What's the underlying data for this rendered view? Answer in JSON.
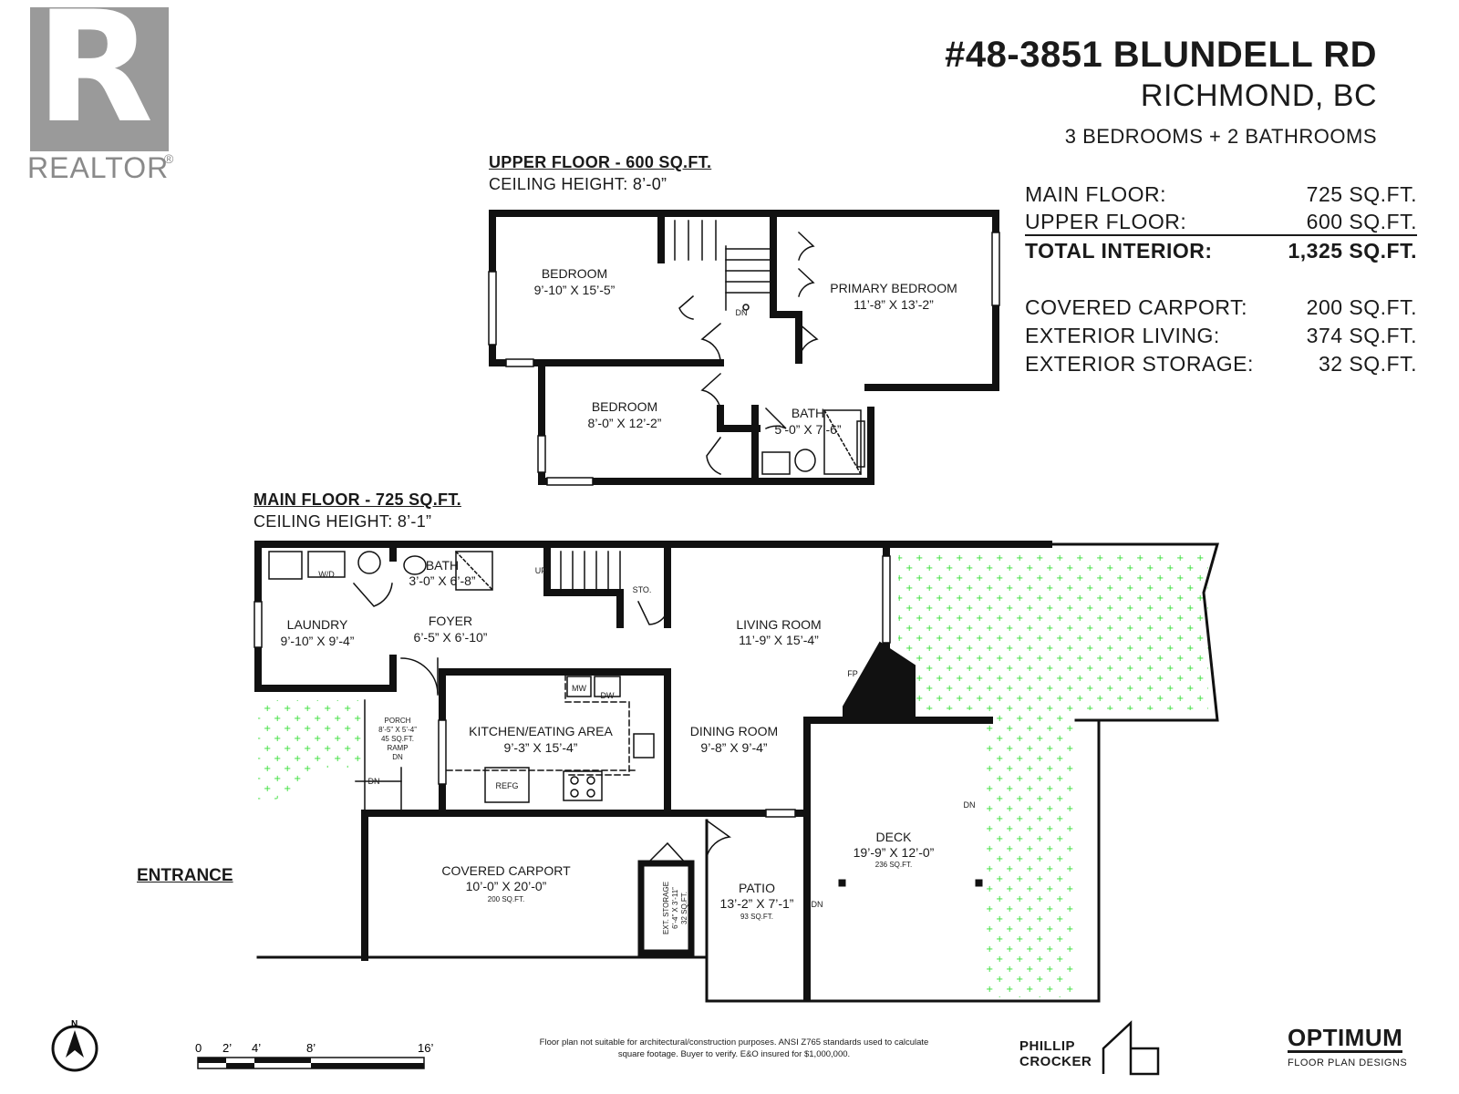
{
  "logo": {
    "letter": "R",
    "wordmark": "REALTOR",
    "reg": "®"
  },
  "header": {
    "address_line1": "#48-3851 BLUNDELL RD",
    "address_line2": "RICHMOND, BC",
    "summary": "3 BEDROOMS + 2 BATHROOMS"
  },
  "areas": [
    {
      "label": "MAIN FLOOR:",
      "value": "725 SQ.FT."
    },
    {
      "label": "UPPER FLOOR:",
      "value": "600 SQ.FT."
    },
    {
      "label": "TOTAL INTERIOR:",
      "value": "1,325 SQ.FT."
    },
    {
      "label": "COVERED CARPORT:",
      "value": "200 SQ.FT."
    },
    {
      "label": "EXTERIOR LIVING:",
      "value": "374 SQ.FT."
    },
    {
      "label": "EXTERIOR STORAGE:",
      "value": "32 SQ.FT."
    }
  ],
  "upper": {
    "title": "UPPER FLOOR - 600 SQ.FT.",
    "ceiling": "CEILING HEIGHT: 8’-0”",
    "rooms": [
      {
        "name": "BEDROOM",
        "dim": "9’-10” X 15’-5”"
      },
      {
        "name": "PRIMARY BEDROOM",
        "dim": "11’-8” X 13’-2”"
      },
      {
        "name": "BEDROOM",
        "dim": "8’-0” X 12’-2”"
      },
      {
        "name": "BATH",
        "dim": "5’-0” X 7’-6”"
      }
    ],
    "dn": "DN"
  },
  "main": {
    "title": "MAIN FLOOR - 725 SQ.FT.",
    "ceiling": "CEILING HEIGHT: 8’-1”",
    "rooms": [
      {
        "name": "BATH",
        "dim": "3’-0” X 6’-8”"
      },
      {
        "name": "LAUNDRY",
        "dim": "9’-10” X 9’-4”"
      },
      {
        "name": "FOYER",
        "dim": "6’-5” X 6’-10”"
      },
      {
        "name": "LIVING ROOM",
        "dim": "11’-9” X 15’-4”"
      },
      {
        "name": "KITCHEN/EATING AREA",
        "dim": "9’-3” X 15’-4”"
      },
      {
        "name": "DINING ROOM",
        "dim": "9’-8” X 9’-4”"
      }
    ],
    "covered_carport": {
      "name": "COVERED CARPORT",
      "dim": "10’-0” X 20’-0”",
      "area": "200 SQ.FT."
    },
    "patio": {
      "name": "PATIO",
      "dim": "13’-2” X 7’-1”",
      "area": "93 SQ.FT."
    },
    "deck": {
      "name": "DECK",
      "dim": "19’-9” X 12’-0”",
      "area": "236 SQ.FT."
    },
    "porch": {
      "name": "PORCH",
      "dim": "8’-5” X 5’-4”",
      "area": "45 SQ.FT.",
      "ramp": "RAMP",
      "dn": "DN"
    },
    "ext_storage": {
      "name": "EXT. STORAGE",
      "dim": "6’-4” X 3’-11”",
      "area": "32 SQ.FT."
    },
    "labels": {
      "up": "UP",
      "sto": "STO.",
      "wd": "W/D",
      "mw": "MW",
      "dw": "DW",
      "refg": "REFG",
      "fp": "FP",
      "dn": "DN"
    }
  },
  "entrance": "ENTRANCE",
  "scale": {
    "ticks": [
      "0",
      "2’",
      "4’",
      "8’",
      "16’"
    ]
  },
  "north": "N",
  "disclaimer": "Floor plan not suitable for architectural/construction purposes. ANSI Z765 standards used to calculate square footage. Buyer to verify. E&O insured for $1,000,000.",
  "brands": {
    "phillip": [
      "PHILLIP",
      "CROCKER"
    ],
    "optimum": "OPTIMUM",
    "optimum_sub": "FLOOR PLAN DESIGNS"
  },
  "colors": {
    "wall": "#111111",
    "grass": "#33dd33",
    "logo": "#9a9a9a"
  }
}
